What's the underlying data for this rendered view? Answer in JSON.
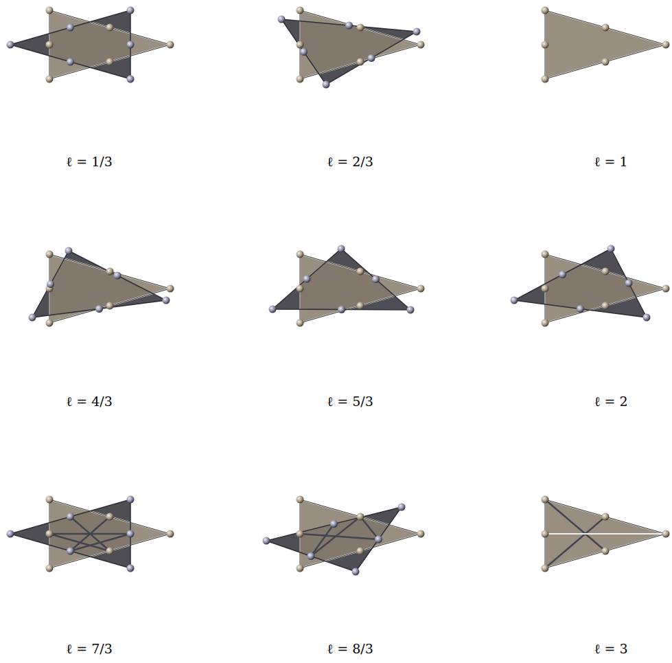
{
  "diagram": {
    "labels": [
      "ℓ = 1/3",
      "ℓ = 2/3",
      "ℓ = 1",
      "ℓ = 4/3",
      "ℓ = 5/3",
      "ℓ = 2",
      "ℓ = 7/3",
      "ℓ = 8/3",
      "ℓ = 3"
    ]
  }
}
